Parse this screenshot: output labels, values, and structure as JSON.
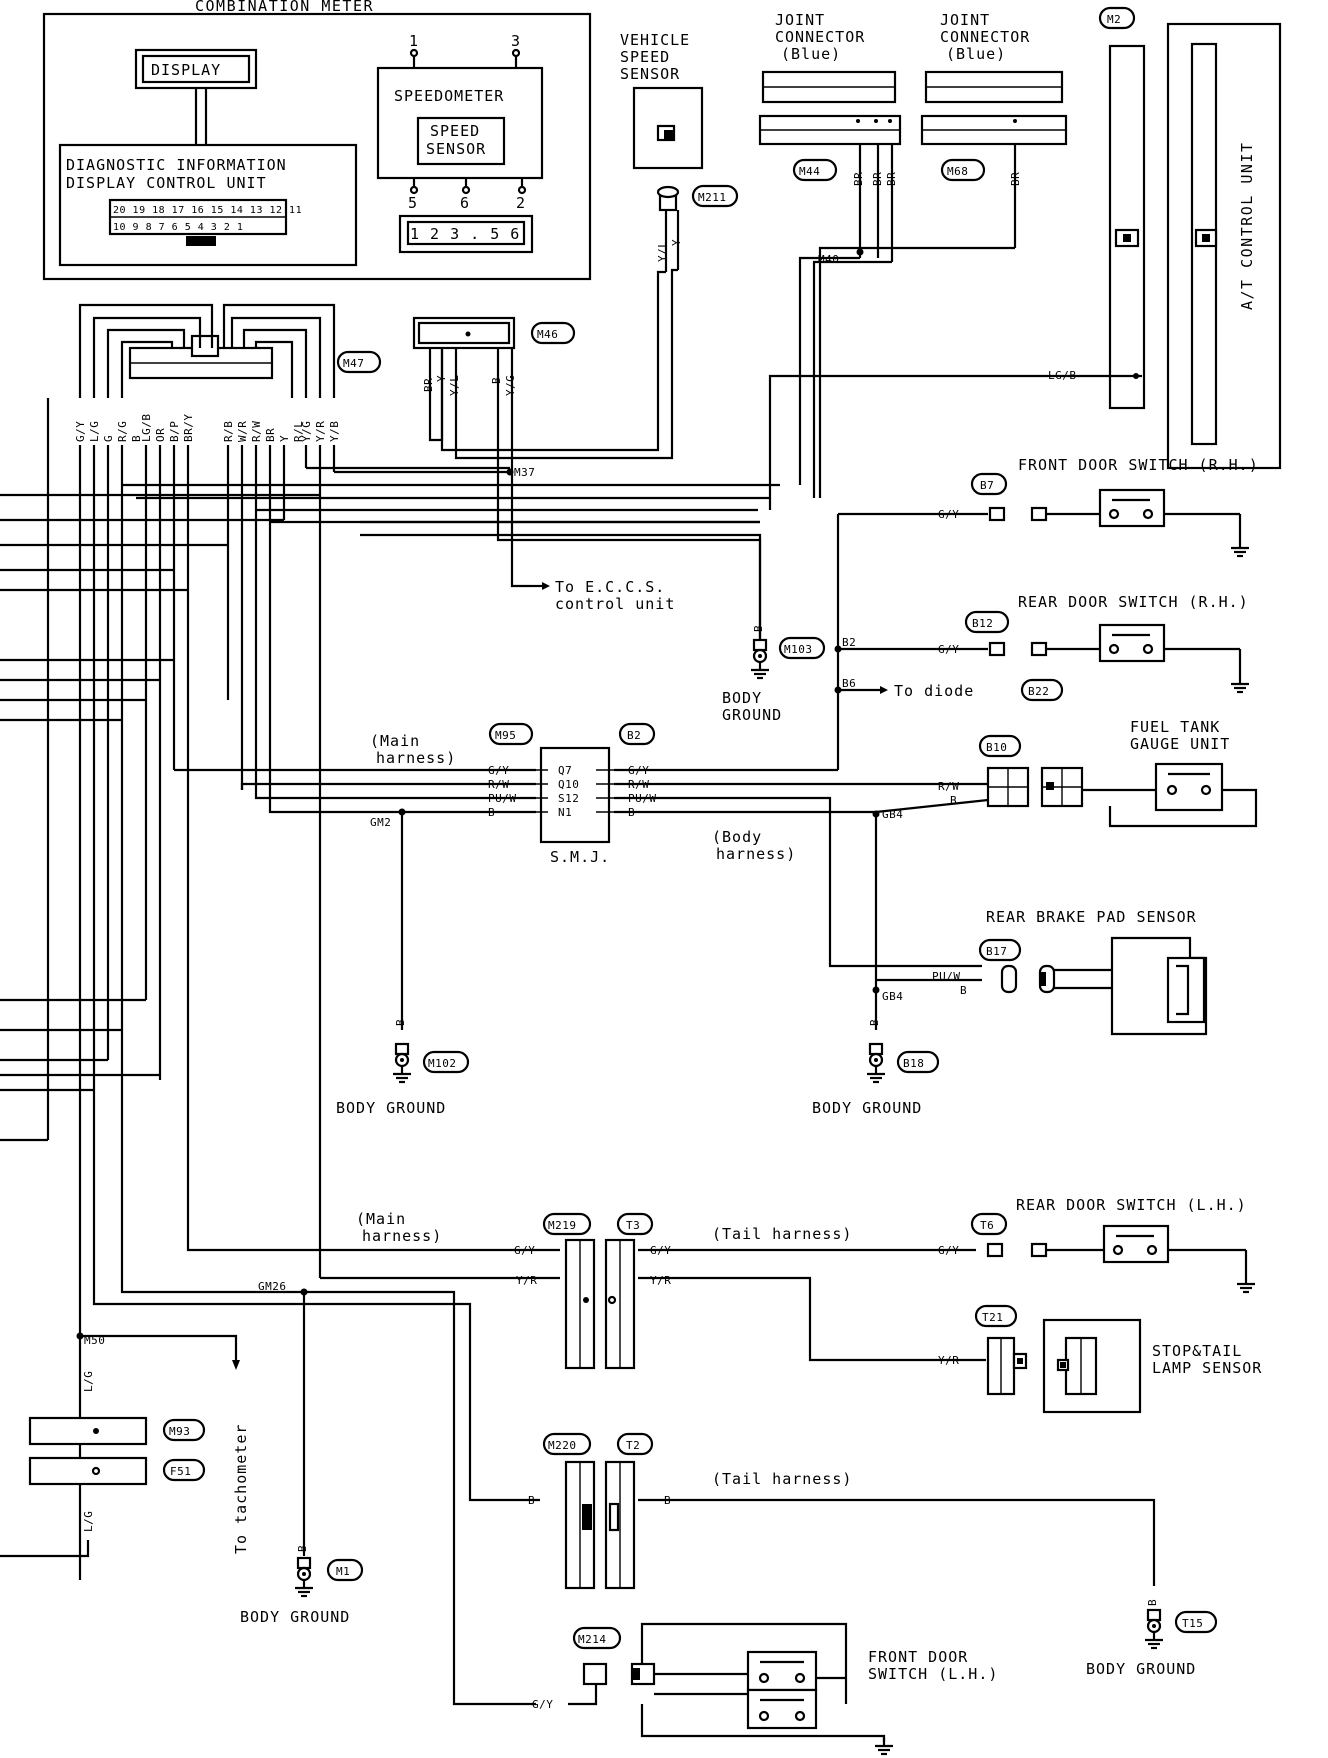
{
  "combination_meter": {
    "title": "COMBINATION METER",
    "display": "DISPLAY",
    "diag_line1": "DIAGNOSTIC INFORMATION",
    "diag_line2": "DISPLAY CONTROL UNIT",
    "pins_top": "20 19 18 17 16 15 14 13 12 11",
    "pins_bottom": "10 9 8 7 6 5 4 3 2 1",
    "speedometer": "SPEEDOMETER",
    "speed_sensor_1": "SPEED",
    "speed_sensor_2": "SENSOR",
    "pin_1": "1",
    "pin_3": "3",
    "pin_5": "5",
    "pin_6": "6",
    "pin_2": "2",
    "conn_pins": "1 2 3 . 5 6"
  },
  "vehicle_speed_sensor": {
    "line1": "VEHICLE",
    "line2": "SPEED",
    "line3": "SENSOR",
    "connector": "M211",
    "wire1": "Y/L",
    "wire2": "Y"
  },
  "joint_connector_1": {
    "line1": "JOINT",
    "line2": "CONNECTOR",
    "line3": "(Blue)",
    "connector": "M44",
    "wires": [
      "BR",
      "BR",
      "BR"
    ]
  },
  "joint_connector_2": {
    "line1": "JOINT",
    "line2": "CONNECTOR",
    "line3": "(Blue)",
    "connector": "M68",
    "wire": "BR"
  },
  "at_control_unit": {
    "connector": "M2",
    "label": "A/T CONTROL UNIT",
    "wire": "LG/B"
  },
  "m47": {
    "connector": "M47",
    "wires": [
      "G/Y",
      "L/G",
      "G",
      "R/G",
      "B",
      "LG/B",
      "OR",
      "B/P",
      "BR/Y",
      "R/B",
      "W/R",
      "R/W",
      "BR",
      "Y",
      "R/L",
      "Y/G",
      "Y/R",
      "Y/B"
    ]
  },
  "m46": {
    "connector": "M46",
    "wires": [
      "BR",
      "Y",
      "Y/L",
      "B",
      "Y/G"
    ]
  },
  "junctions": {
    "m37": "M37",
    "m40": "M40",
    "m50": "M50",
    "gm2": "GM2",
    "gm26": "GM26",
    "b2": "B2",
    "b6": "B6",
    "gb4a": "GB4",
    "gb4b": "GB4"
  },
  "eccs": {
    "line1": "To E.C.C.S.",
    "line2": "control unit"
  },
  "ground_m103": {
    "wire": "B",
    "connector": "M103",
    "line1": "BODY",
    "line2": "GROUND"
  },
  "front_door_rh": {
    "title": "FRONT DOOR SWITCH (R.H.)",
    "connector": "B7",
    "wire": "G/Y"
  },
  "rear_door_rh": {
    "title": "REAR DOOR SWITCH (R.H.)",
    "connector": "B12",
    "wire": "G/Y"
  },
  "diode": {
    "text": "To diode",
    "connector": "B22"
  },
  "fuel_tank": {
    "line1": "FUEL TANK",
    "line2": "GAUGE UNIT",
    "connector": "B10",
    "wire1": "R/W",
    "wire2": "B"
  },
  "smj": {
    "main_harness_1": "(Main",
    "main_harness_2": "harness)",
    "left_conn": "M95",
    "right_conn": "B2",
    "rows": [
      {
        "left": "G/Y",
        "pin": "Q7",
        "right": "G/Y"
      },
      {
        "left": "R/W",
        "pin": "Q10",
        "right": "R/W"
      },
      {
        "left": "PU/W",
        "pin": "S12",
        "right": "PU/W"
      },
      {
        "left": "B",
        "pin": "N1",
        "right": "B"
      }
    ],
    "name": "S.M.J.",
    "body_harness_1": "(Body",
    "body_harness_2": "harness)"
  },
  "rear_brake": {
    "title": "REAR BRAKE PAD SENSOR",
    "connector": "B17",
    "wire1": "PU/W",
    "wire2": "B"
  },
  "ground_m102": {
    "wire": "B",
    "connector": "M102",
    "text": "BODY GROUND"
  },
  "ground_b18": {
    "wire": "B",
    "connector": "B18",
    "text": "BODY GROUND"
  },
  "tail_section": {
    "main_harness_1": "(Main",
    "main_harness_2": "harness)",
    "left_conn": "M219",
    "right_conn": "T3",
    "wire_left_1": "G/Y",
    "wire_left_2": "Y/R",
    "wire_right_1": "G/Y",
    "wire_right_2": "Y/R",
    "tail_harness": "(Tail harness)"
  },
  "rear_door_lh": {
    "title": "REAR DOOR SWITCH (L.H.)",
    "connector": "T6",
    "wire": "G/Y"
  },
  "stop_tail": {
    "line1": "STOP&TAIL",
    "line2": "LAMP SENSOR",
    "connector": "T21",
    "wire": "Y/R"
  },
  "tachometer": {
    "wire1": "L/G",
    "wire2": "L/G",
    "conn1": "M93",
    "conn2": "F51",
    "text": "To tachometer"
  },
  "ground_m1": {
    "wire": "B",
    "connector": "M1",
    "text": "BODY GROUND"
  },
  "tail_section_2": {
    "left_conn": "M220",
    "right_conn": "T2",
    "wire_left": "B",
    "wire_right": "B",
    "tail_harness": "(Tail harness)"
  },
  "ground_t15": {
    "wire": "B",
    "connector": "T15",
    "text": "BODY GROUND"
  },
  "front_door_lh": {
    "connector": "M214",
    "wire": "G/Y",
    "line1": "FRONT DOOR",
    "line2": "SWITCH (L.H.)"
  }
}
